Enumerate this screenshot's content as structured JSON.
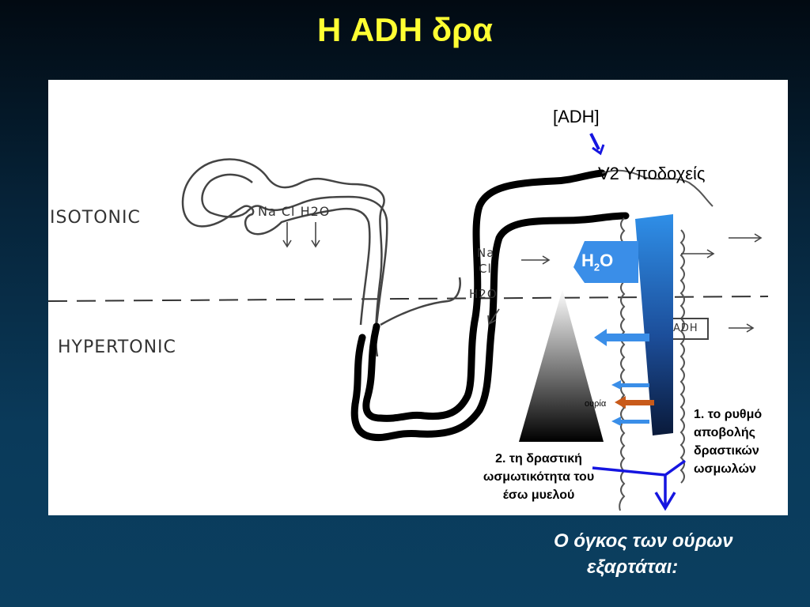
{
  "slide": {
    "title": "Η ADH δρα"
  },
  "diagram": {
    "adh_concentration": "[ADH]",
    "v2_receptors": "V2 Υποδοχείς",
    "water_arrow_label": {
      "main": "H",
      "sub": "2",
      "tail": "O"
    },
    "urea_label": "ουρία",
    "factor_1": "1. το ρυθμό αποβολής δραστικών ωσμωλών",
    "factor_2": "2. τη δραστική ωσμωτικότητα του έσω μυελού",
    "background_figure": {
      "isotonic": "ISOTONIC",
      "hypertonic": "HYPERTONIC",
      "nacl_h2o": "Na Cl H2O",
      "na": "Na",
      "cl": "Cl",
      "h2o": "H2O",
      "adh_box": "ADH"
    },
    "colors": {
      "gradient_bar_top": "#2f8fe8",
      "gradient_bar_bottom": "#0a1a3a",
      "arrow_blue": "#3a8ee8",
      "urea_arrow": "#c85a1a",
      "pointer_blue": "#1515e0"
    }
  },
  "caption": {
    "line1": "Ο όγκος των ούρων",
    "line2": "εξαρτάται:"
  }
}
